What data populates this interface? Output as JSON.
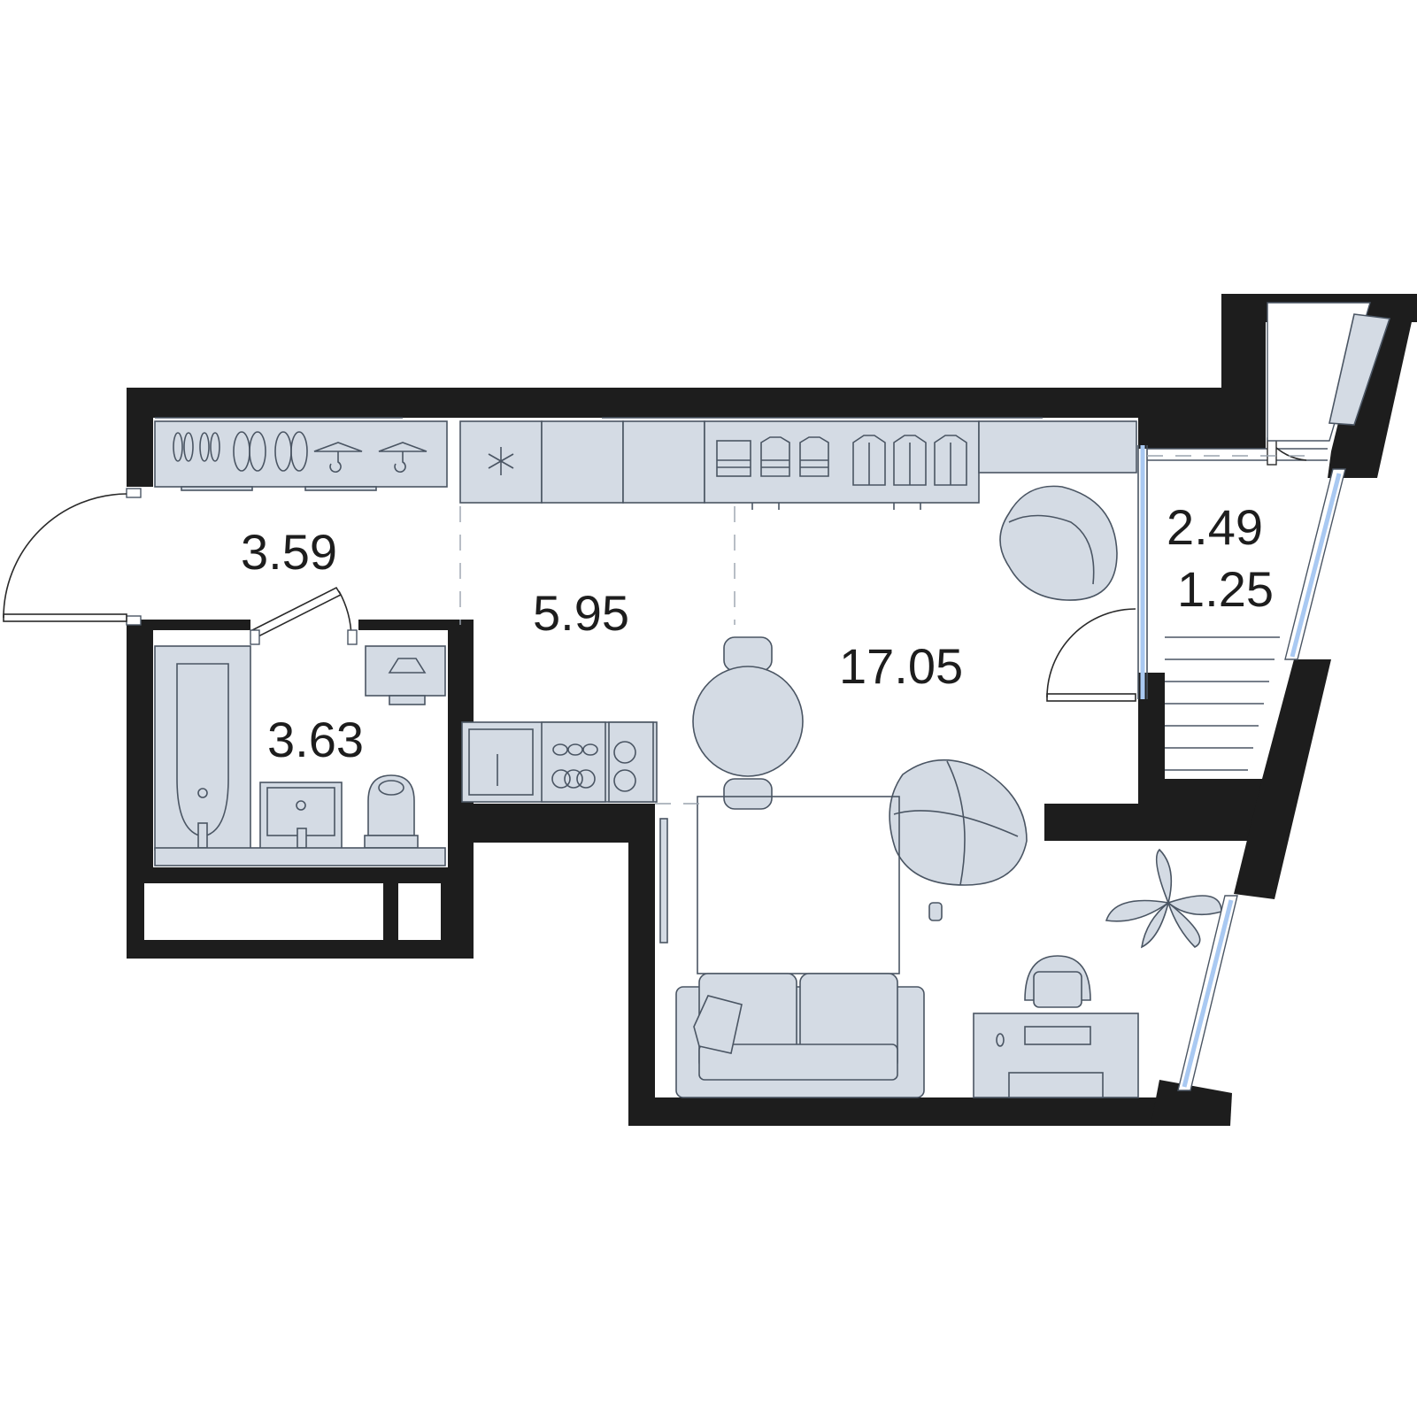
{
  "plan": {
    "areas": {
      "hallway": "3.59",
      "kitchen": "5.95",
      "bathroom": "3.63",
      "living_room": "17.05",
      "balcony_total": "2.49",
      "balcony_reduced": "1.25"
    },
    "colors": {
      "wall": "#1d1d1d",
      "furniture_fill": "#d4dbe4",
      "furniture_stroke": "#4a5563",
      "window_glass": "#a9c9f2"
    },
    "icons": [
      "snowflake-icon",
      "shoes-icon",
      "hanger-icon",
      "shirt-icon",
      "plant-icon"
    ]
  }
}
